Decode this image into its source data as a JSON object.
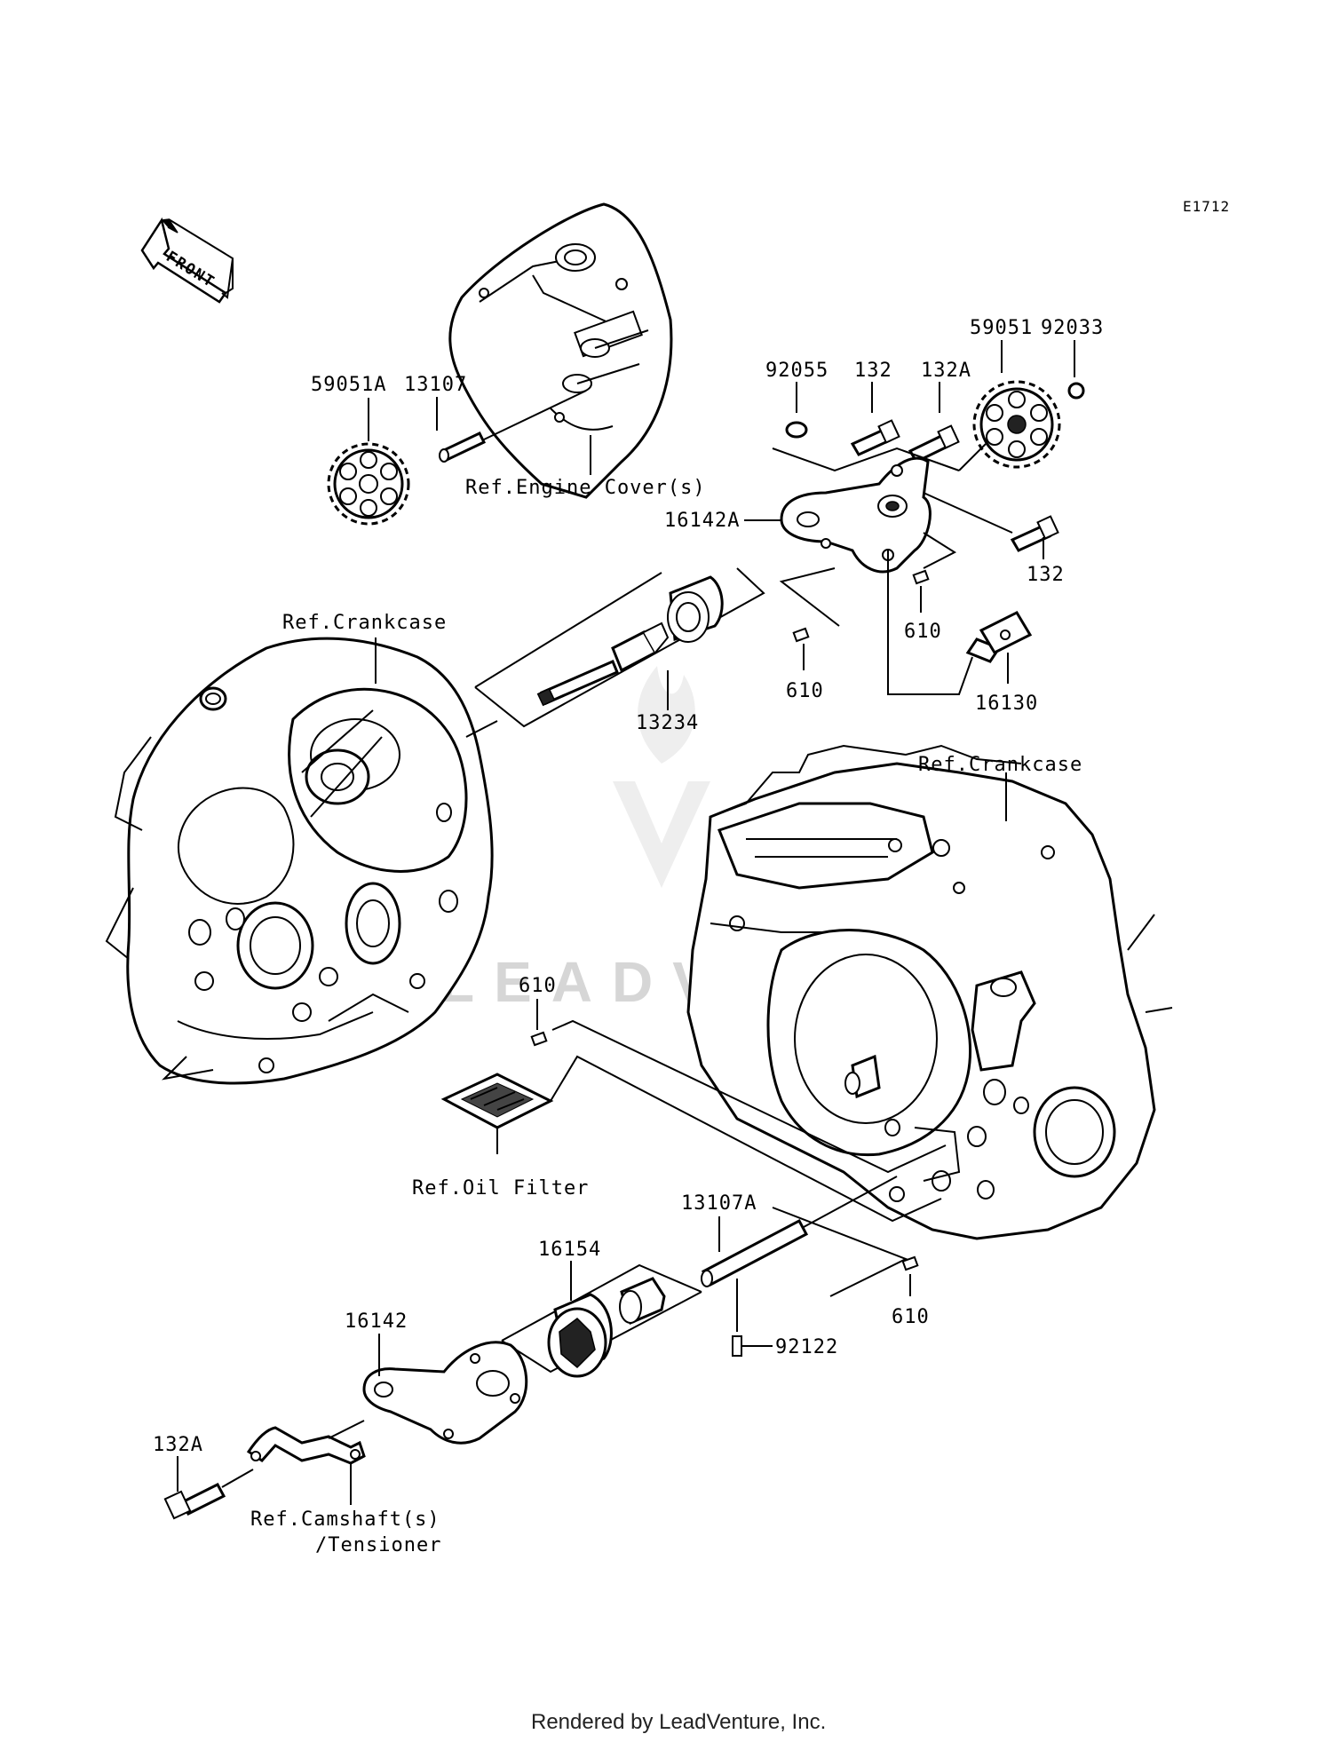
{
  "diagram_code": "E1712",
  "front_label": "FRONT",
  "watermark": "LEADVENTURE",
  "footer": "Rendered by LeadVenture, Inc.",
  "parts": {
    "p59051A": "59051A",
    "p13107": "13107",
    "p92055": "92055",
    "p132_top": "132",
    "p132A_top": "132A",
    "p59051": "59051",
    "p92033": "92033",
    "p16142A": "16142A",
    "p132_right": "132",
    "p610_a": "610",
    "p610_b": "610",
    "p16130": "16130",
    "p13234": "13234",
    "p610_c": "610",
    "p13107A": "13107A",
    "p16154": "16154",
    "p16142": "16142",
    "p92122": "92122",
    "p610_d": "610",
    "p132A_bottom": "132A"
  },
  "refs": {
    "engine_cover": "Ref.Engine Cover(s)",
    "crankcase_left": "Ref.Crankcase",
    "crankcase_right": "Ref.Crankcase",
    "oil_filter": "Ref.Oil Filter",
    "camshaft_line1": "Ref.Camshaft(s)",
    "camshaft_line2": "/Tensioner"
  }
}
